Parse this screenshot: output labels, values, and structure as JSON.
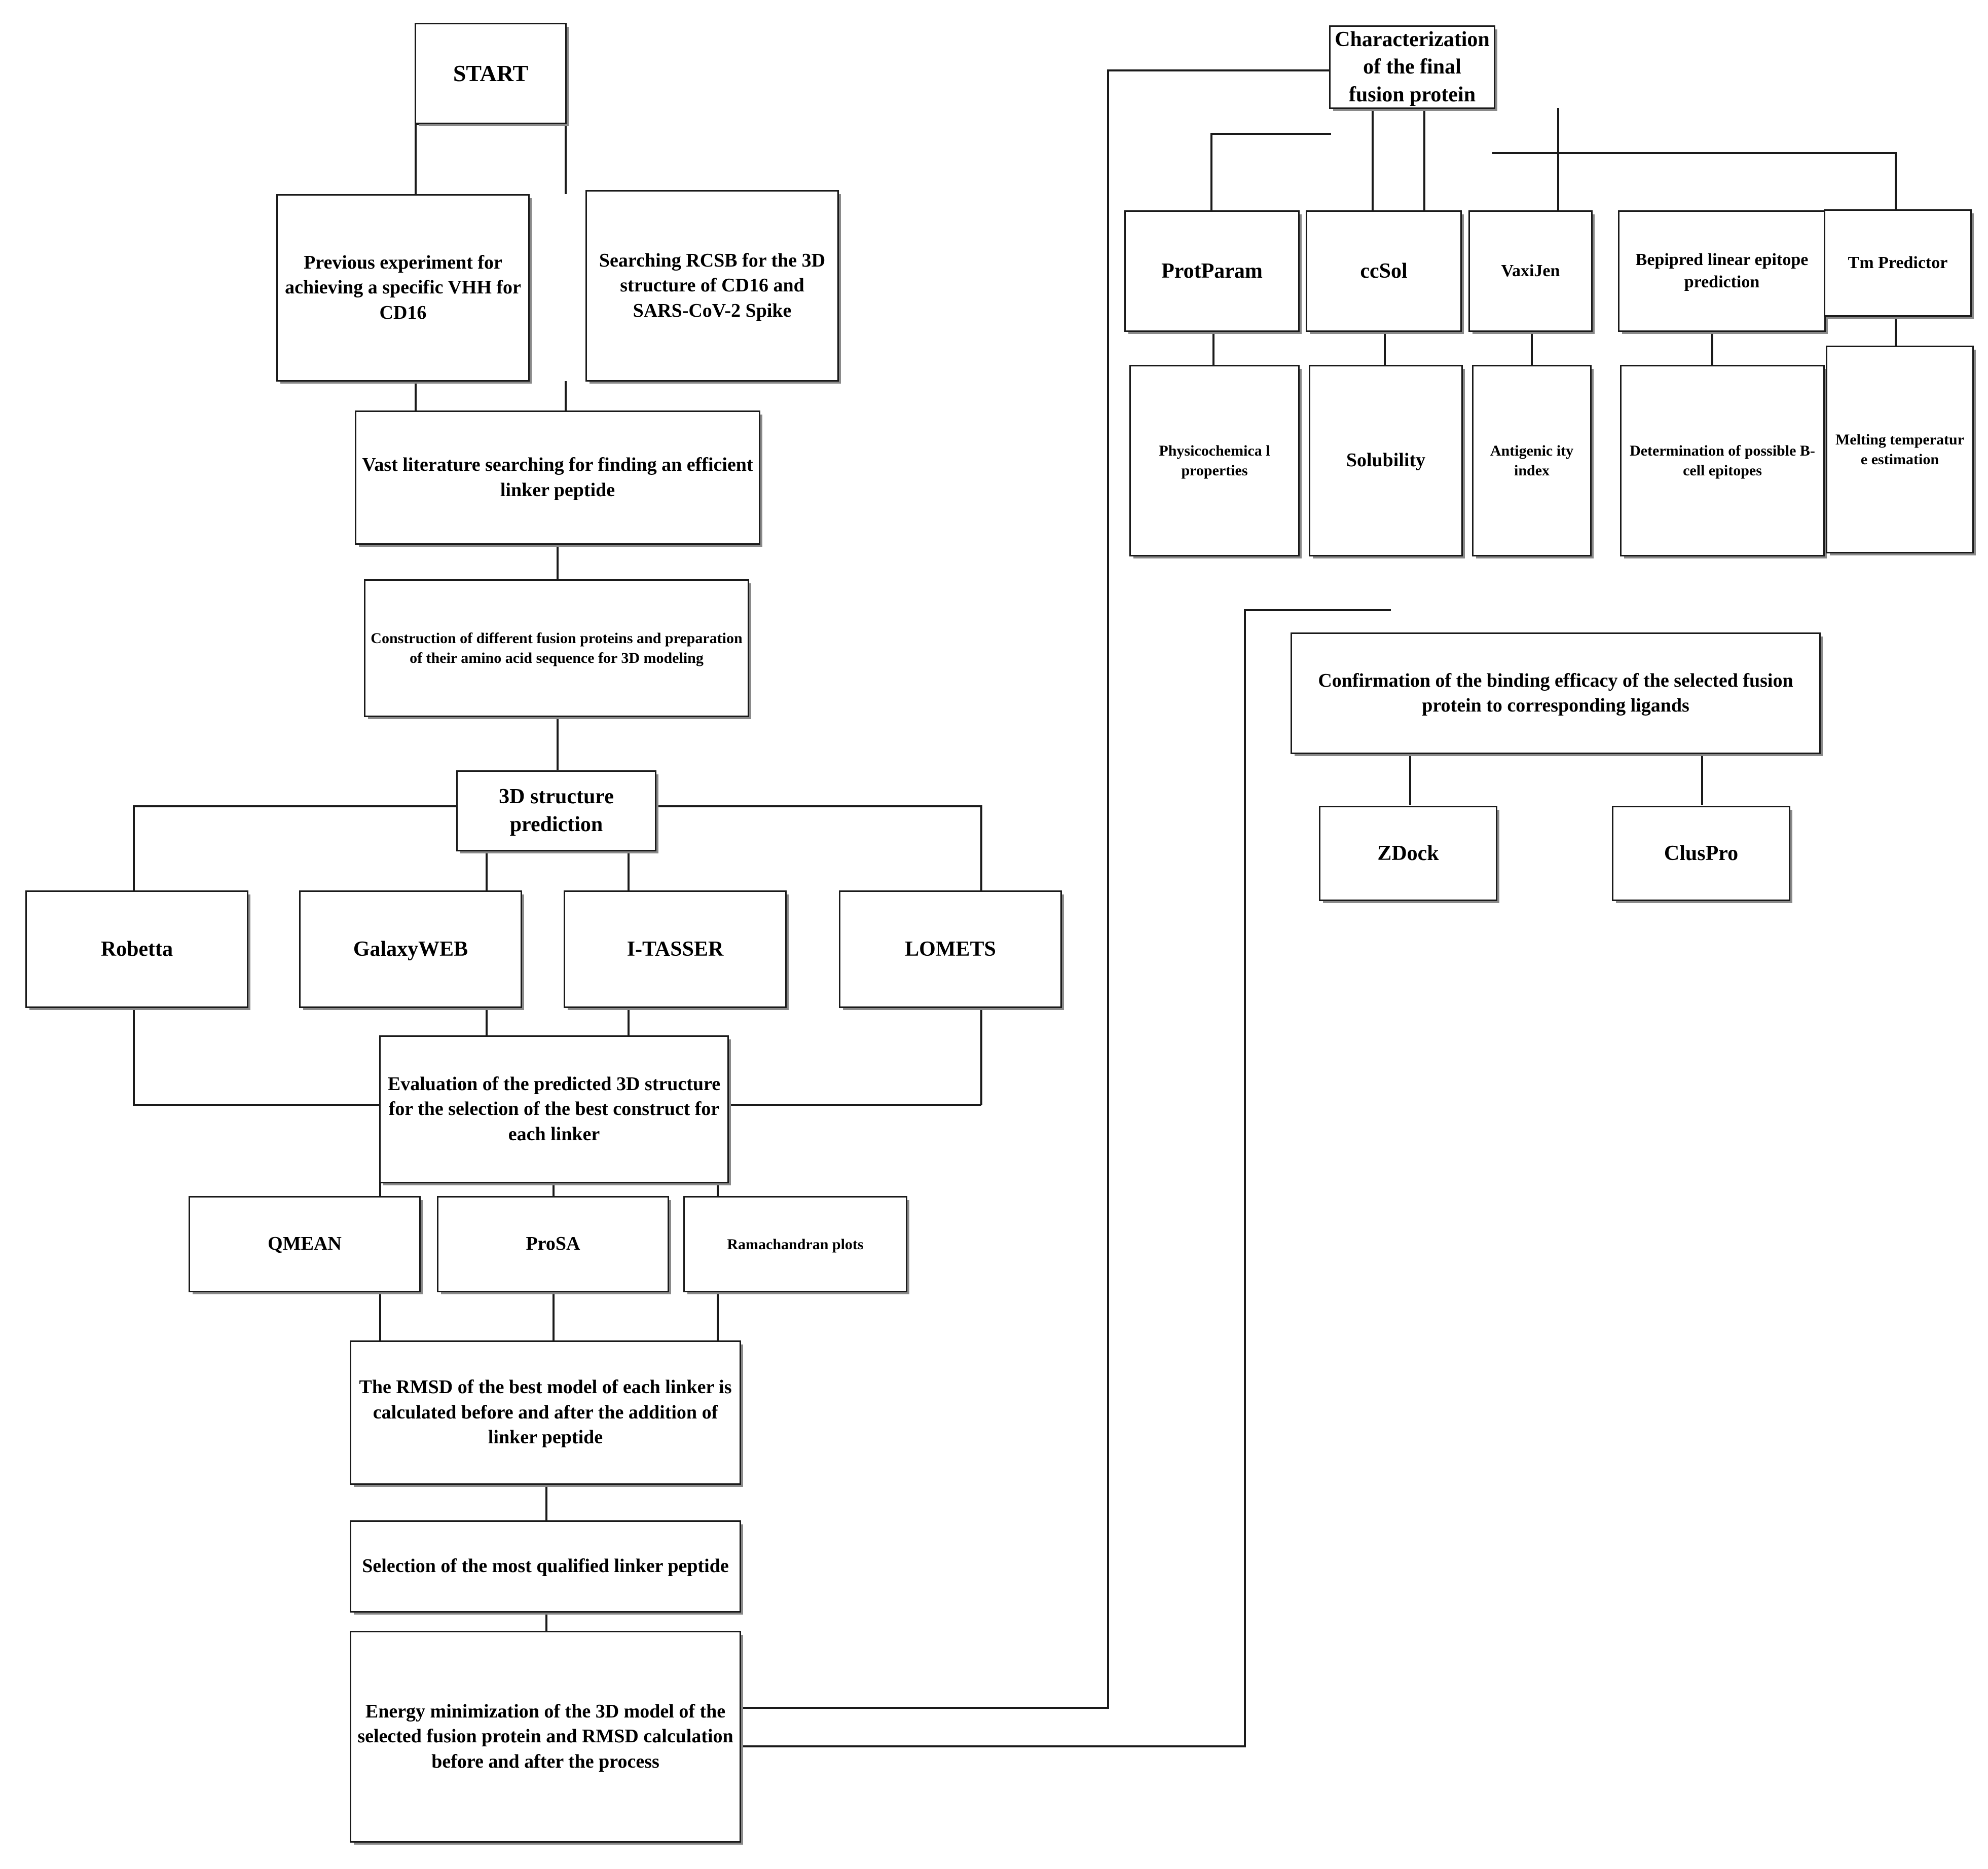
{
  "diagram": {
    "title": "Workflow for design and characterization of a CD16/SARS-CoV-2 Spike fusion protein",
    "type": "flowchart",
    "accent_color": "#1a1a1a",
    "background_color": "#ffffff"
  },
  "nodes": {
    "start": "START",
    "previous_experiment": "Previous experiment for achieving a specific VHH for CD16",
    "searching_rcsb": "Searching RCSB for the 3D structure of CD16 and SARS-CoV-2 Spike",
    "vast_literature": "Vast literature searching for finding an efficient linker peptide",
    "construction": "Construction of different fusion proteins and preparation of their amino acid sequence for 3D modeling",
    "structure_prediction": "3D structure prediction",
    "robetta": "Robetta",
    "galaxyweb": "GalaxyWEB",
    "itasser": "I-TASSER",
    "lomets": "LOMETS",
    "evaluation": "Evaluation of the predicted 3D structure for the selection of the best construct for each linker",
    "qmean": "QMEAN",
    "prosa": "ProSA",
    "ramachandran": "Ramachandran plots",
    "rmsd": "The RMSD of the best model of each linker is calculated before and after the addition of linker peptide",
    "selection": "Selection of the most qualified linker peptide",
    "energy_minimization": "Energy minimization of the 3D model of the selected fusion protein and RMSD calculation before and after the process",
    "characterization": "Characterization of the final fusion protein",
    "protparam": "ProtParam",
    "ccsol": "ccSol",
    "vaxijen": "VaxiJen",
    "bepipred": "Bepipred linear epitope prediction",
    "tm_predictor": "Tm Predictor",
    "physicochemical": "Physicochemica l properties",
    "solubility": "Solubility",
    "antigenicity": "Antigenic ity index",
    "bcell_epitopes": "Determination of possible B-cell epitopes",
    "melting_temperature": "Melting temperatur e estimation",
    "confirmation": "Confirmation of the binding efficacy of the selected fusion protein to corresponding ligands",
    "zdock": "ZDock",
    "cluspro": "ClusPro"
  }
}
